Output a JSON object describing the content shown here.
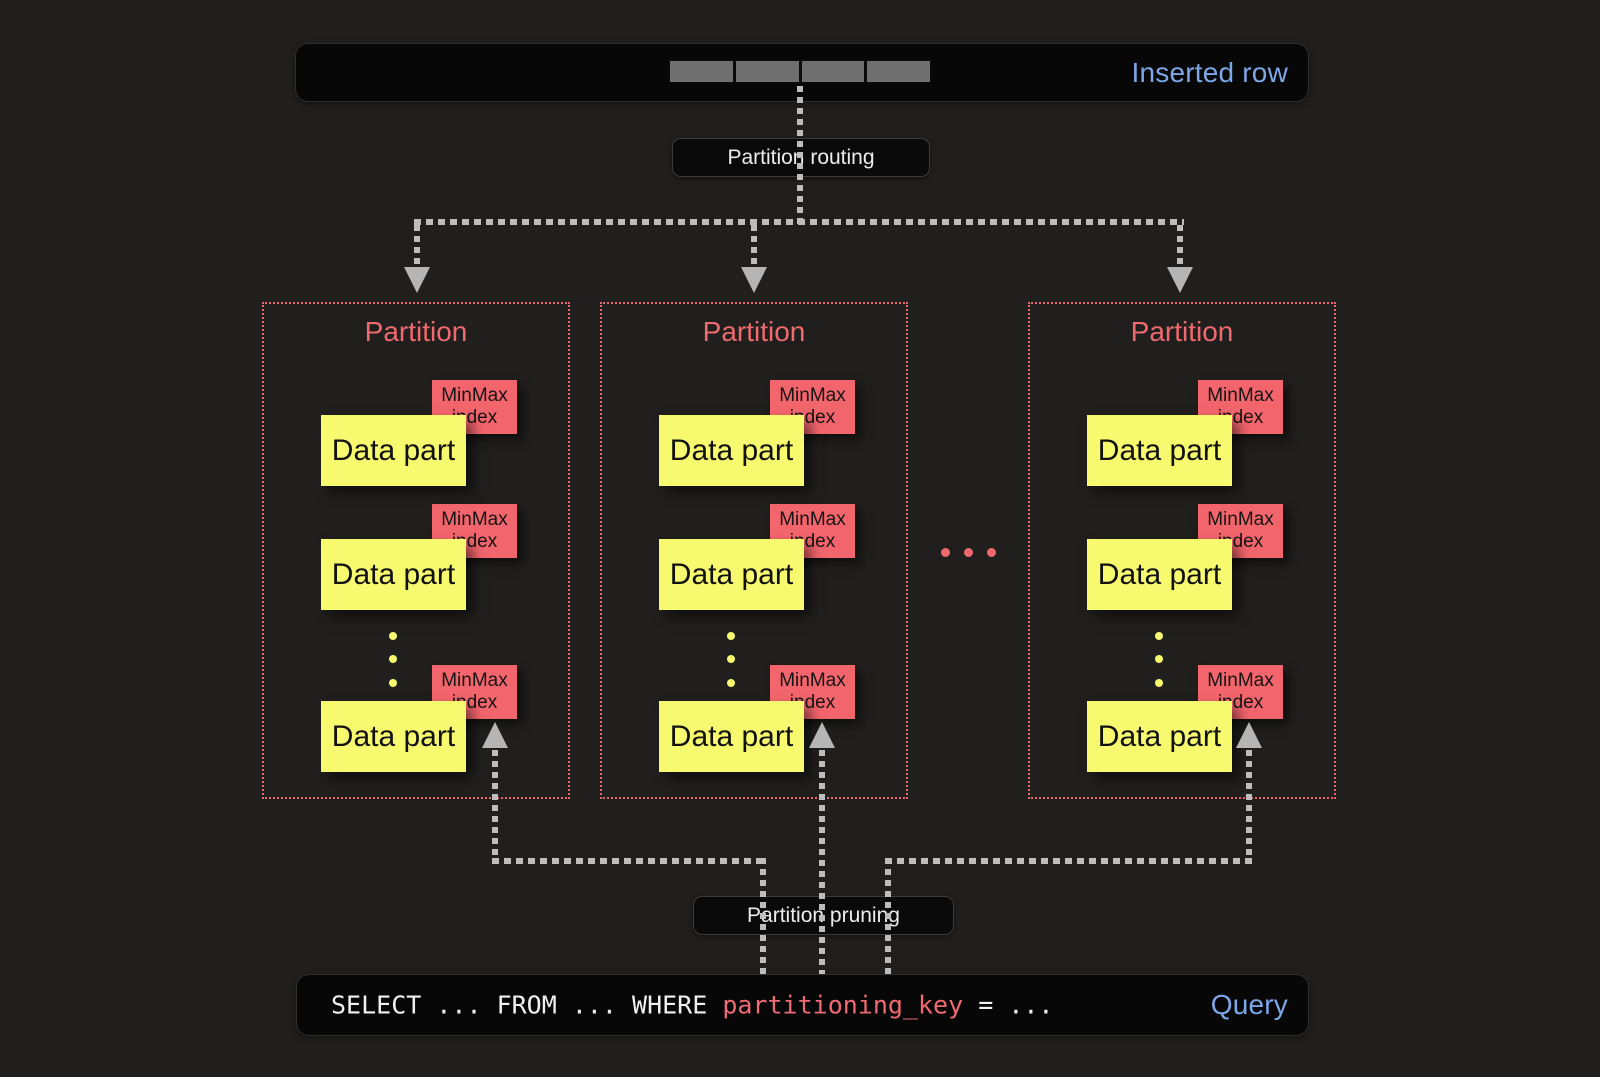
{
  "inserted_row_bar": {
    "label": "Inserted row",
    "segment_count": 4
  },
  "routing_label": "Partition routing",
  "pruning_label": "Partition pruning",
  "between_partitions_ellipsis": "three red dots",
  "partitions": [
    {
      "title": "Partition",
      "parts": [
        {
          "label": "Data part",
          "index_label": "MinMax index"
        },
        {
          "label": "Data part",
          "index_label": "MinMax index"
        },
        {
          "label": "Data part",
          "index_label": "MinMax index"
        }
      ]
    },
    {
      "title": "Partition",
      "parts": [
        {
          "label": "Data part",
          "index_label": "MinMax index"
        },
        {
          "label": "Data part",
          "index_label": "MinMax index"
        },
        {
          "label": "Data part",
          "index_label": "MinMax index"
        }
      ]
    },
    {
      "title": "Partition",
      "parts": [
        {
          "label": "Data part",
          "index_label": "MinMax index"
        },
        {
          "label": "Data part",
          "index_label": "MinMax index"
        },
        {
          "label": "Data part",
          "index_label": "MinMax index"
        }
      ]
    }
  ],
  "query_bar": {
    "sql_prefix": "SELECT ... FROM ... WHERE ",
    "sql_key": "partitioning_key",
    "sql_suffix": " = ...",
    "label": "Query"
  },
  "colors": {
    "background": "#201f1d",
    "bar_background": "#070707",
    "accent_blue": "#7da7e8",
    "accent_salmon": "#ee6a6e",
    "minmax_background": "#f3656c",
    "data_part_yellow": "#f7f96f",
    "connector_gray": "#bdbdbd",
    "segment_gray": "#6f6f6f"
  }
}
